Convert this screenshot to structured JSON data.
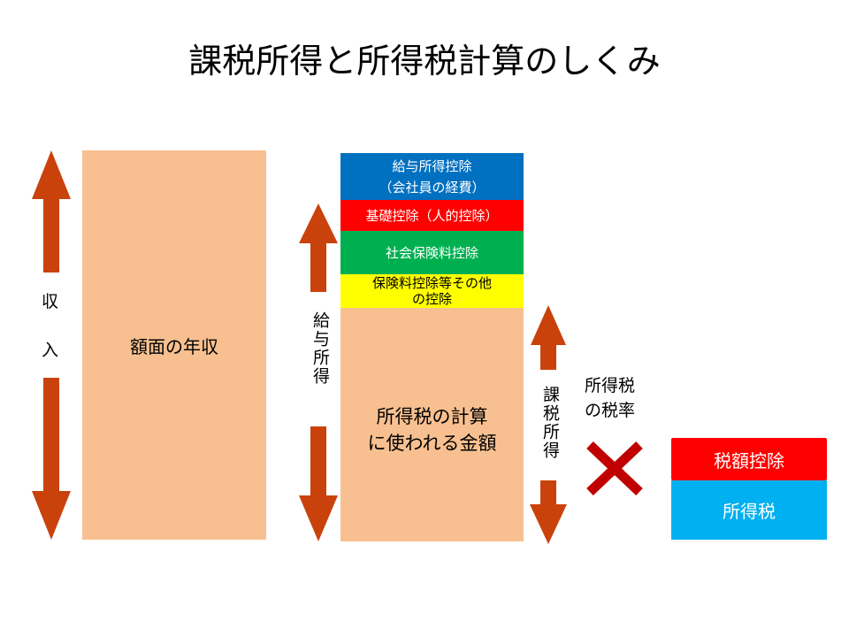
{
  "title": "課税所得と所得税計算のしくみ",
  "income": {
    "label_top": "収",
    "label_bottom": "入",
    "box": "額面の年収"
  },
  "middle": {
    "side_label": "給与所得",
    "blocks": [
      {
        "line1": "給与所得控除",
        "line2": "（会社員の経費）",
        "color": "#0070c0"
      },
      {
        "line1": "基礎控除（人的控除）",
        "color": "#ff0000"
      },
      {
        "line1": "社会保険料控除",
        "color": "#00b050"
      },
      {
        "line1": "保険料控除等その他",
        "line2": "の控除",
        "color": "#ffff00"
      }
    ],
    "main_line1": "所得税の計算",
    "main_line2": "に使われる金額"
  },
  "taxable": {
    "label": "課税所得"
  },
  "rate": {
    "line1": "所得税",
    "line2": "の税率",
    "operator_icon": "multiply-icon"
  },
  "result": {
    "credit": "税額控除",
    "tax": "所得税"
  },
  "colors": {
    "arrow": "#c9420c",
    "peach": "#f8c090",
    "cross": "#c00000",
    "cyan": "#00b0f0"
  }
}
